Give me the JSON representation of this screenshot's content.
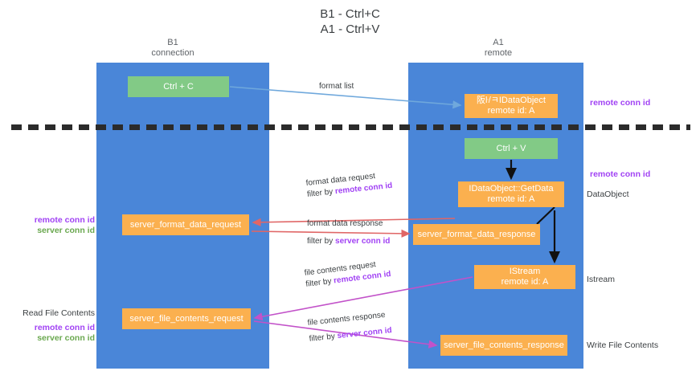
{
  "title": {
    "line1": "B1 - Ctrl+C",
    "line2": "A1 - Ctrl+V"
  },
  "columns": {
    "b1": {
      "name": "B1",
      "role": "connection"
    },
    "a1": {
      "name": "A1",
      "role": "remote"
    }
  },
  "colors": {
    "lane": "#4a86d8",
    "green_node": "#82ca86",
    "orange_node": "#fbb04f",
    "purple_text": "#a142f4",
    "green_text": "#6aa84f",
    "blue_arrow": "#6fa8dc",
    "red_arrow": "#e06666",
    "magenta_arrow": "#c252c9",
    "black_arrow": "#000000",
    "divider": "#2b2b2b"
  },
  "nodes": {
    "ctrl_c": {
      "label": "Ctrl + C",
      "type": "green"
    },
    "idataobject": {
      "line1": "阪ŀ/ㅋIDataObject",
      "line2": "remote id: A",
      "type": "orange"
    },
    "ctrl_v": {
      "label": "Ctrl + V",
      "type": "green"
    },
    "getdata": {
      "line1": "IDataObject::GetData",
      "line2": "remote id: A",
      "type": "orange"
    },
    "server_format_data_request": {
      "label": "server_format_data_request",
      "type": "orange"
    },
    "server_format_data_response": {
      "label": "server_format_data_response",
      "type": "orange"
    },
    "istream": {
      "line1": "IStream",
      "line2": "remote id: A",
      "type": "orange"
    },
    "server_file_contents_request": {
      "label": "server_file_contents_request",
      "type": "orange"
    },
    "server_file_contents_response": {
      "label": "server_file_contents_response",
      "type": "orange"
    }
  },
  "edge_labels": {
    "format_list": "format list",
    "format_data_request": {
      "line1": "format data request",
      "prefix": "filter by ",
      "token": "remote conn id"
    },
    "format_data_response": {
      "line1": "format data response",
      "prefix": "filter by ",
      "token": "server conn id"
    },
    "file_contents_request": {
      "line1": "file contents request",
      "prefix": "filter by ",
      "token": "remote conn id"
    },
    "file_contents_response": {
      "line1": "file contents response",
      "prefix": "filter by ",
      "token": "server conn id"
    }
  },
  "side_labels": {
    "right_remote_conn_id_top": "remote conn id",
    "right_remote_conn_id_mid": "remote conn id",
    "right_dataobject": "DataObject",
    "right_istream": "Istream",
    "right_write_file_contents": "Write File Contents",
    "left_remote_conn_id_1": "remote conn id",
    "left_server_conn_id_1": "server conn id",
    "left_read_file_contents": "Read File Contents",
    "left_remote_conn_id_2": "remote conn id",
    "left_server_conn_id_2": "server conn id"
  }
}
